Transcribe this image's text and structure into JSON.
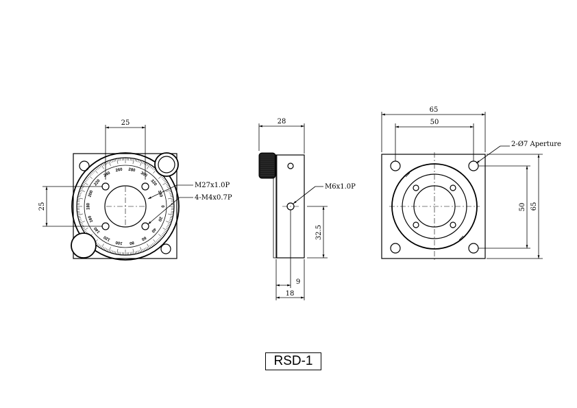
{
  "title": "RSD-1",
  "front_view": {
    "dims": {
      "top_width": "25",
      "left_height": "25"
    },
    "callouts": {
      "thread": "M27x1.0P",
      "holes": "4-M4x0.7P"
    },
    "scale_marks": [
      "0",
      "20",
      "40",
      "60",
      "80",
      "100",
      "120",
      "140",
      "160",
      "180",
      "200",
      "220",
      "240",
      "260",
      "280",
      "300",
      "320",
      "340"
    ]
  },
  "side_view": {
    "dims": {
      "thickness": "28",
      "height": "32.5",
      "offset": "9",
      "base": "18"
    },
    "callouts": {
      "thread": "M6x1.0P"
    }
  },
  "back_view": {
    "dims": {
      "outer_width": "65",
      "inner_width": "50",
      "inner_height": "50",
      "outer_height": "65"
    },
    "callouts": {
      "aperture": "2-Ø7 Aperture"
    }
  }
}
